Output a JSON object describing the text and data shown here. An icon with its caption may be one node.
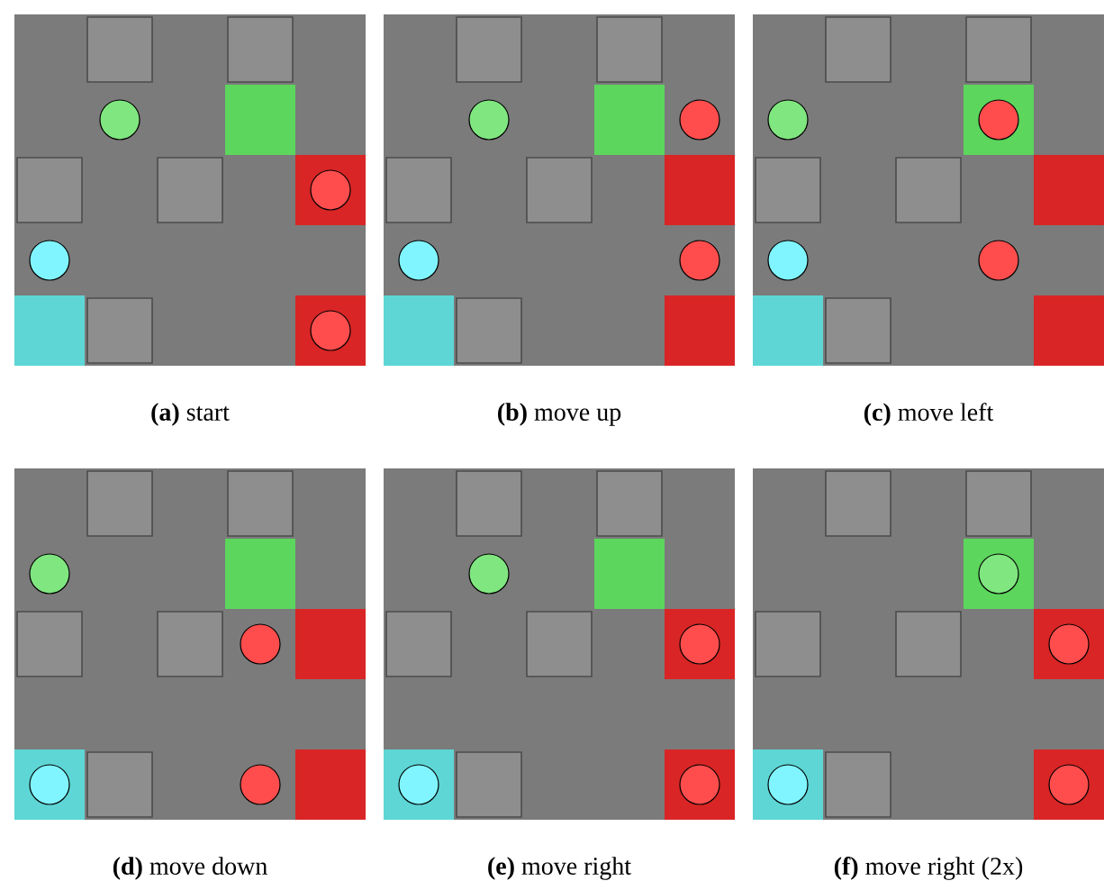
{
  "diagram": {
    "labels": [
      "**(a)** start",
      "**(b)** move up",
      "**(c)** move left",
      "**(d)** move down",
      "**(e)** move right",
      "**(f)** move right (2x)"
    ]
  }
}
